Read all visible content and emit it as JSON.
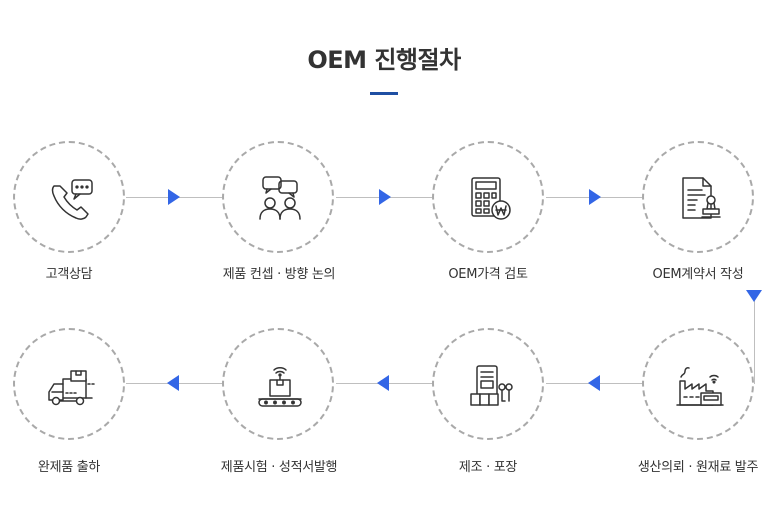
{
  "title": "OEM 진행절차",
  "steps": [
    {
      "label": "고객상담",
      "icon": "phone-chat-icon"
    },
    {
      "label": "제품 컨셉 · 방향 논의",
      "icon": "discussion-icon"
    },
    {
      "label": "OEM가격 검토",
      "icon": "calculator-won-icon"
    },
    {
      "label": "OEM계약서 작성",
      "icon": "contract-stamp-icon"
    },
    {
      "label": "생산의뢰 · 원재료 발주",
      "icon": "factory-icon"
    },
    {
      "label": "제조 · 포장",
      "icon": "manufacturing-icon"
    },
    {
      "label": "제품시험 · 성적서발행",
      "icon": "conveyor-test-icon"
    },
    {
      "label": "완제품 출하",
      "icon": "delivery-truck-icon"
    }
  ],
  "colors": {
    "arrow": "#3366e6",
    "accent": "#1f4fa3",
    "circle_border": "#a9a9a9",
    "line": "#bfbfbf"
  }
}
